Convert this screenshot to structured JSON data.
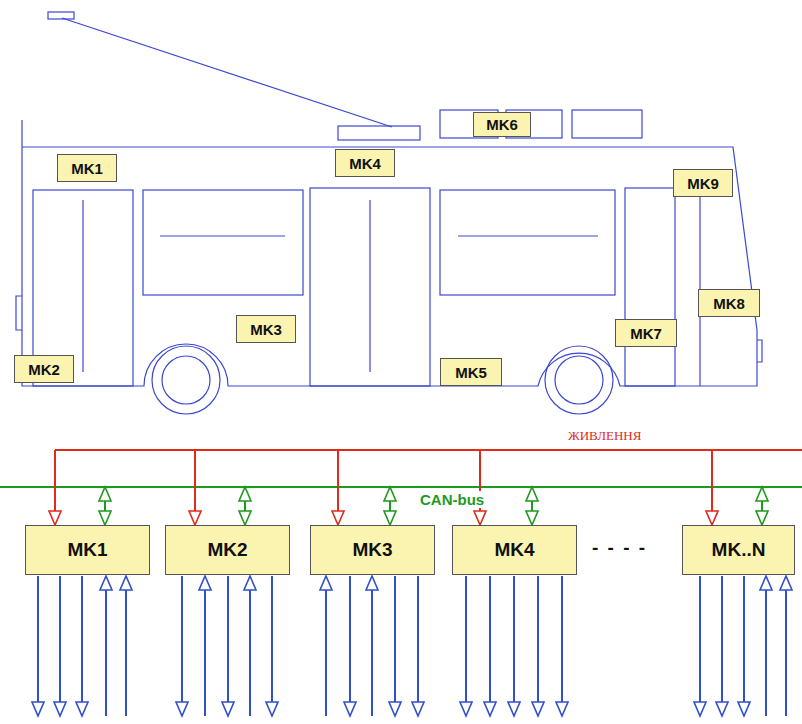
{
  "diagram": {
    "nodes": [
      {
        "text": [
          "MK6"
        ]
      },
      {
        "text": [
          "MK4"
        ]
      },
      {
        "text": [
          "MK1"
        ]
      },
      {
        "text": [
          "MK9"
        ]
      },
      {
        "text": [
          "MK8"
        ]
      },
      {
        "text": [
          "MK3"
        ]
      },
      {
        "text": [
          "MK7"
        ]
      },
      {
        "text": [
          "MK2"
        ]
      },
      {
        "text": [
          "MK5"
        ]
      },
      {
        "text": [
          "MK1"
        ]
      },
      {
        "text": [
          "MK2"
        ]
      },
      {
        "text": [
          "MK3"
        ]
      },
      {
        "text": [
          "MK4"
        ]
      },
      {
        "text": [
          "MK..N"
        ]
      }
    ],
    "edges": [],
    "labels": [
      "ЖИВЛЕННЯ",
      "CAN-bus",
      "- - - -"
    ]
  }
}
